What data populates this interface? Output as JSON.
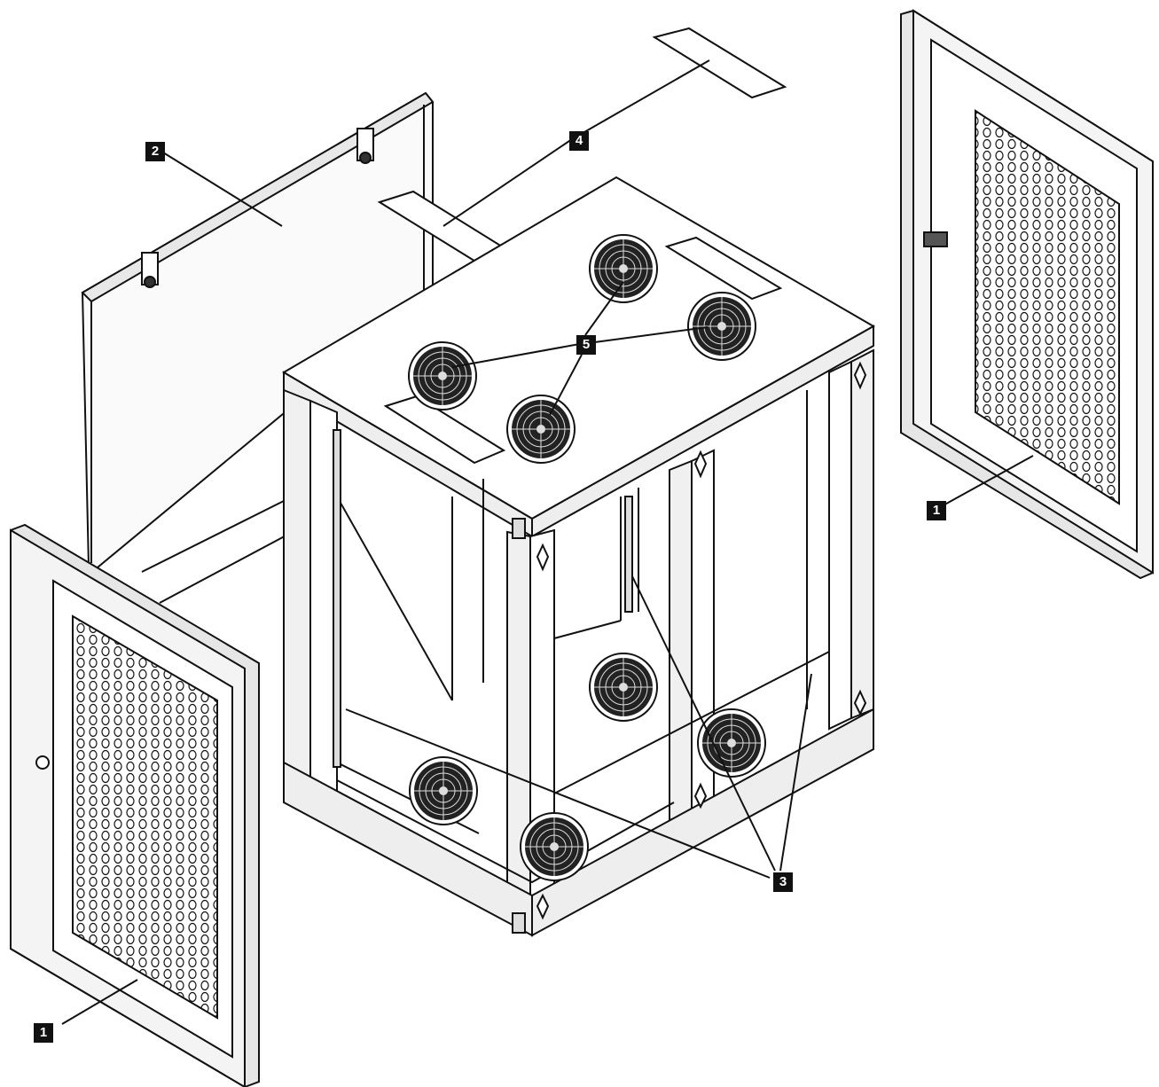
{
  "diagram": {
    "callouts": [
      {
        "id": "door-right",
        "label": "1"
      },
      {
        "id": "door-left",
        "label": "1"
      },
      {
        "id": "back-panel",
        "label": "2"
      },
      {
        "id": "rails",
        "label": "3"
      },
      {
        "id": "cover-plates",
        "label": "4"
      },
      {
        "id": "fans",
        "label": "5"
      }
    ],
    "colors": {
      "line": "#111111",
      "panel": "#f4f4f4",
      "frame": "#e6e6e6",
      "callout_bg": "#111111",
      "callout_text": "#ffffff"
    }
  }
}
